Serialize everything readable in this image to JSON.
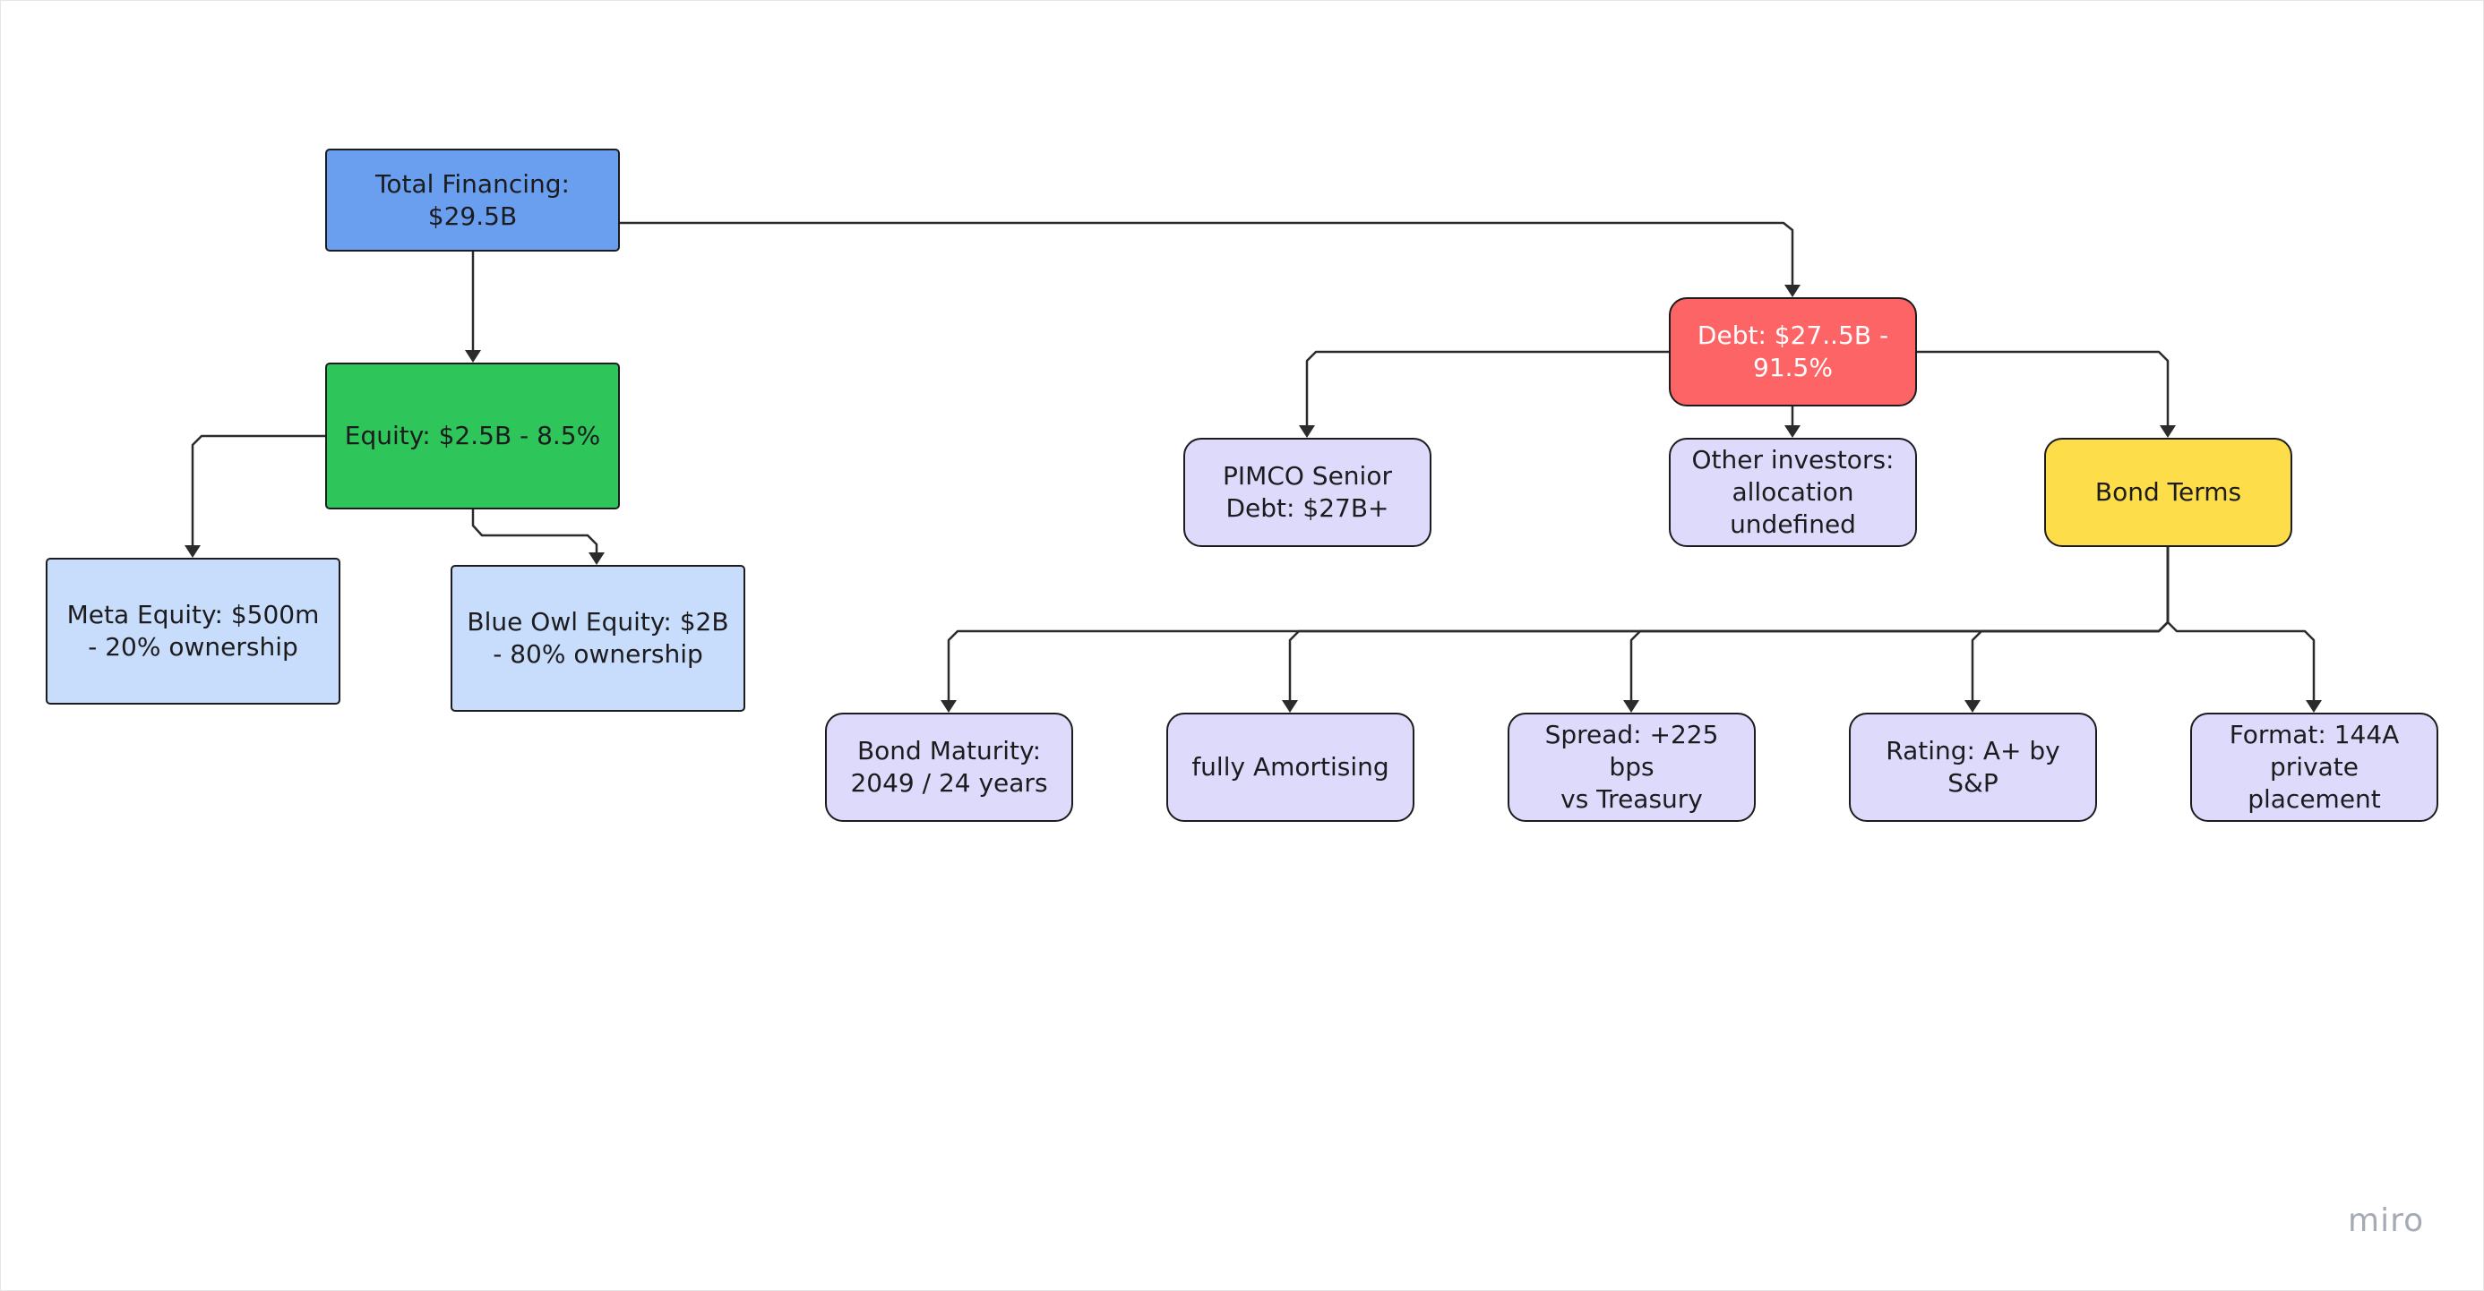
{
  "diagram": {
    "nodes": [
      {
        "id": "total",
        "label": "Total Financing:\n$29.5B",
        "color": "#6a9ff0",
        "text_color": "#1c1c1e",
        "shape": "square"
      },
      {
        "id": "equity",
        "label": "Equity: $2.5B - 8.5%",
        "color": "#2ec55a",
        "text_color": "#1c1c1e",
        "shape": "square"
      },
      {
        "id": "meta",
        "label": "Meta Equity: $500m\n- 20% ownership",
        "color": "#c8dcfc",
        "text_color": "#1c1c1e",
        "shape": "square"
      },
      {
        "id": "blueowl",
        "label": "Blue Owl Equity: $2B\n- 80% ownership",
        "color": "#c8dcfc",
        "text_color": "#1c1c1e",
        "shape": "square"
      },
      {
        "id": "debt",
        "label": "Debt: $27..5B -\n91.5%",
        "color": "#fd6466",
        "text_color": "#ffffff",
        "shape": "rounded"
      },
      {
        "id": "pimco",
        "label": "PIMCO Senior\nDebt: $27B+",
        "color": "#dedafc",
        "text_color": "#1c1c1e",
        "shape": "rounded"
      },
      {
        "id": "other",
        "label": "Other investors:\nallocation\nundefined",
        "color": "#dedafc",
        "text_color": "#1c1c1e",
        "shape": "rounded"
      },
      {
        "id": "bond",
        "label": "Bond Terms",
        "color": "#fedd4a",
        "text_color": "#1c1c1e",
        "shape": "rounded"
      },
      {
        "id": "maturity",
        "label": "Bond Maturity:\n2049 / 24 years",
        "color": "#dedafc",
        "text_color": "#1c1c1e",
        "shape": "rounded"
      },
      {
        "id": "amort",
        "label": "fully Amortising",
        "color": "#dedafc",
        "text_color": "#1c1c1e",
        "shape": "rounded"
      },
      {
        "id": "spread",
        "label": "Spread: +225 bps\nvs Treasury",
        "color": "#dedafc",
        "text_color": "#1c1c1e",
        "shape": "rounded"
      },
      {
        "id": "rating",
        "label": "Rating: A+ by S&P",
        "color": "#dedafc",
        "text_color": "#1c1c1e",
        "shape": "rounded"
      },
      {
        "id": "format",
        "label": "Format: 144A\nprivate placement",
        "color": "#dedafc",
        "text_color": "#1c1c1e",
        "shape": "rounded"
      }
    ],
    "edges": [
      {
        "from": "total",
        "to": "equity"
      },
      {
        "from": "total",
        "to": "debt"
      },
      {
        "from": "equity",
        "to": "meta"
      },
      {
        "from": "equity",
        "to": "blueowl"
      },
      {
        "from": "debt",
        "to": "pimco"
      },
      {
        "from": "debt",
        "to": "other"
      },
      {
        "from": "debt",
        "to": "bond"
      },
      {
        "from": "bond",
        "to": "maturity"
      },
      {
        "from": "bond",
        "to": "amort"
      },
      {
        "from": "bond",
        "to": "spread"
      },
      {
        "from": "bond",
        "to": "rating"
      },
      {
        "from": "bond",
        "to": "format"
      }
    ],
    "line_color": "#2b2b2b"
  },
  "branding": {
    "logo_text": "miro"
  }
}
